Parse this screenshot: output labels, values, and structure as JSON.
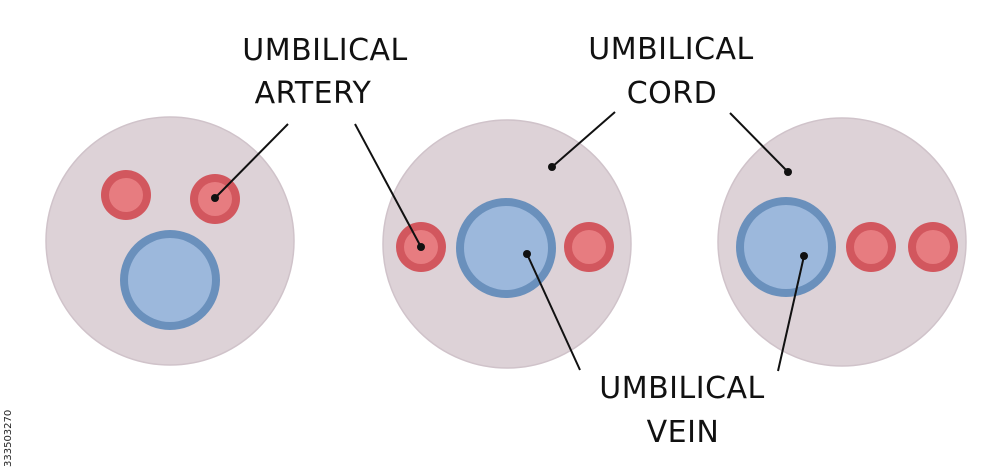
{
  "labels": {
    "artery_line1": "UMBILICAL",
    "artery_line2": "ARTERY",
    "cord_line1": "UMBILICAL",
    "cord_line2": "CORD",
    "vein_line1": "UMBILICAL",
    "vein_line2": "VEIN"
  },
  "stock_id": "333503270",
  "colors": {
    "cord_fill": "#ddd2d7",
    "cord_stroke": "#d0c3ca",
    "artery_outer": "#d2575e",
    "artery_inner": "#e77c80",
    "vein_outer": "#6a90bc",
    "vein_inner": "#9cb8dc",
    "leader": "#111111"
  }
}
